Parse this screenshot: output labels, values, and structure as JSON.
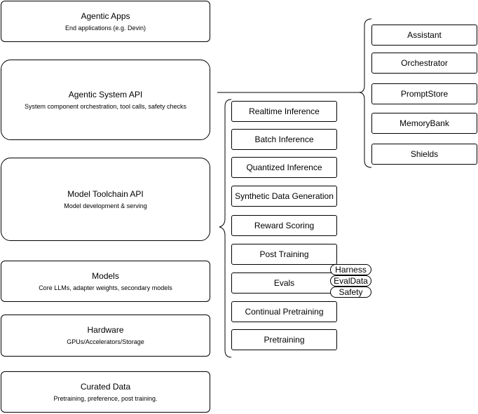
{
  "layers": {
    "agentic_apps": {
      "title": "Agentic Apps",
      "subtitle": "End applications (e.g. Devin)"
    },
    "agentic_system_api": {
      "title": "Agentic System API",
      "subtitle": "System component orchestration, tool calls, safety checks"
    },
    "model_toolchain_api": {
      "title": "Model Toolchain API",
      "subtitle": "Model development & serving"
    },
    "models": {
      "title": "Models",
      "subtitle": "Core LLMs, adapter weights, secondary models"
    },
    "hardware": {
      "title": "Hardware",
      "subtitle": "GPUs/Accelerators/Storage"
    },
    "curated_data": {
      "title": "Curated Data",
      "subtitle": "Pretraining, preference, post training."
    }
  },
  "toolchain_components": [
    "Realtime Inference",
    "Batch Inference",
    "Quantized Inference",
    "Synthetic Data Generation",
    "Reward Scoring",
    "Post Training",
    "Evals",
    "Continual Pretraining",
    "Pretraining"
  ],
  "eval_components": [
    "Harness",
    "EvalData",
    "Safety"
  ],
  "agentic_components": [
    "Assistant",
    "Orchestrator",
    "PromptStore",
    "MemoryBank",
    "Shields"
  ]
}
